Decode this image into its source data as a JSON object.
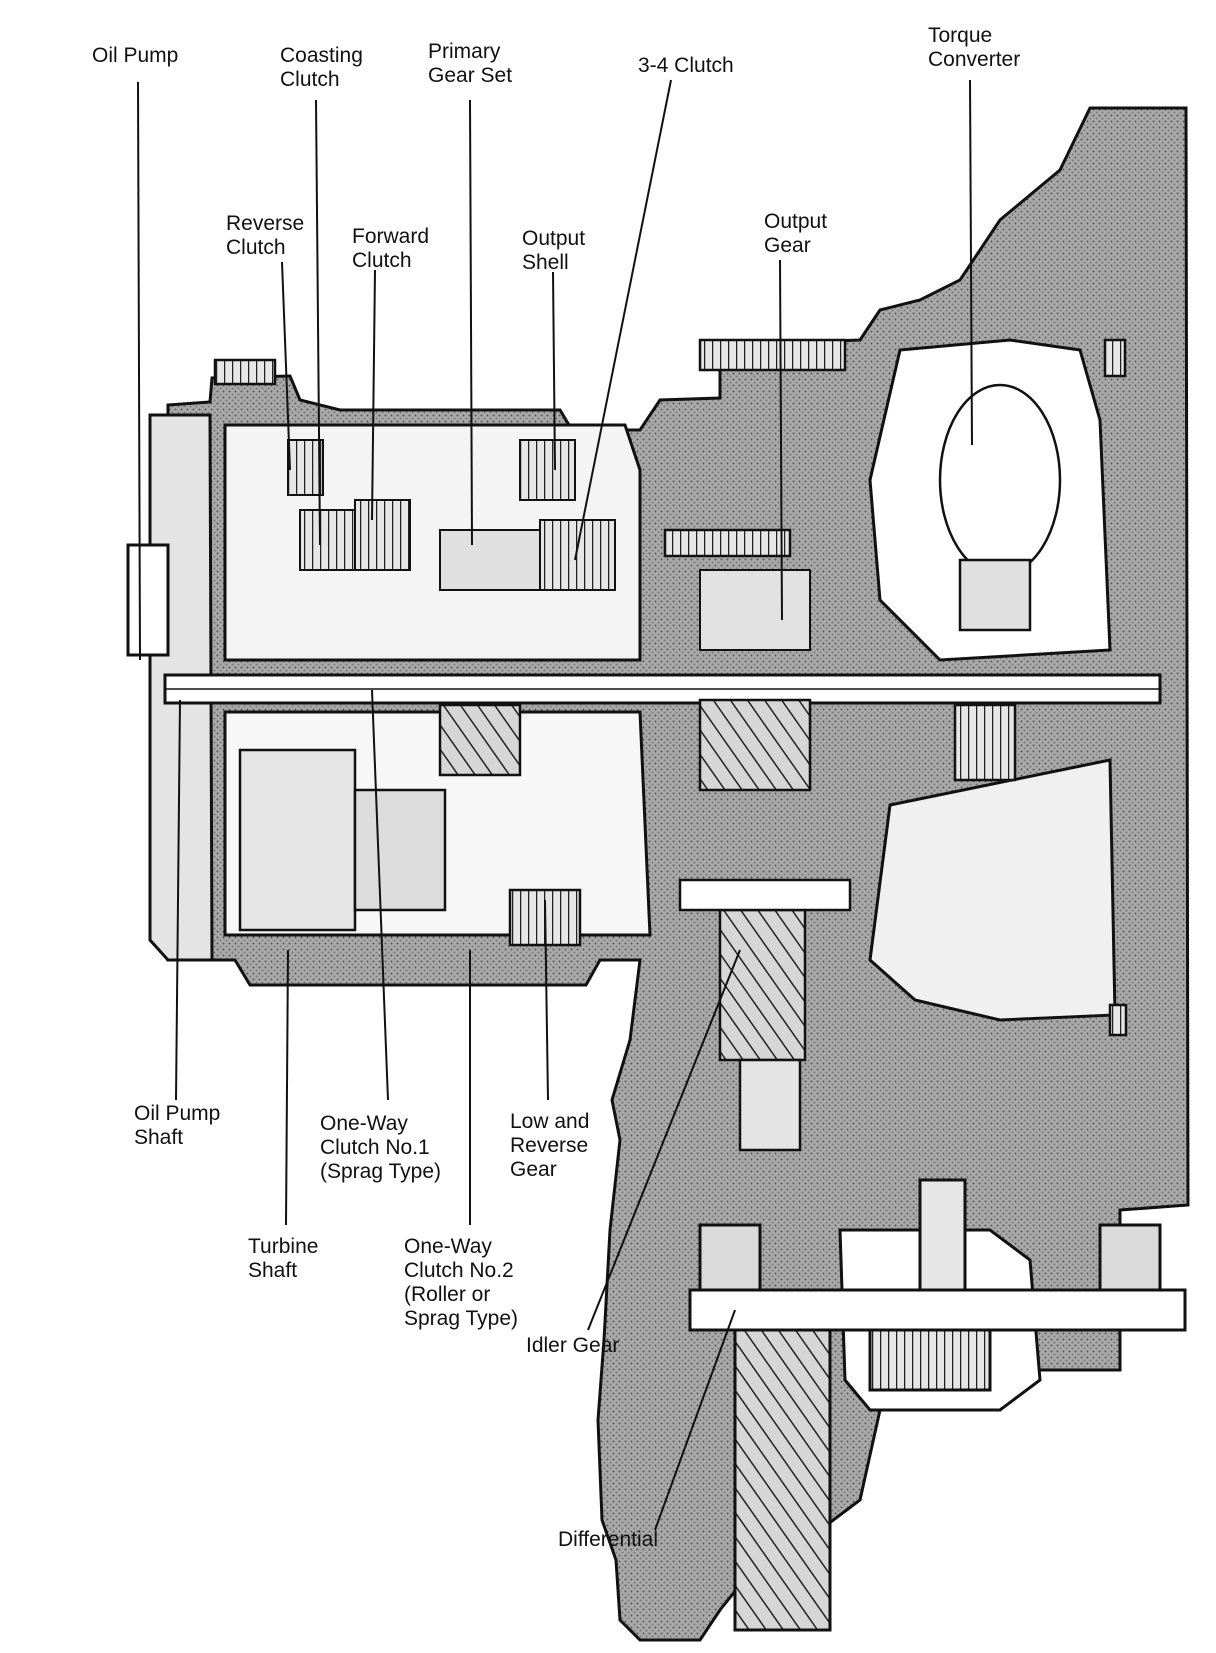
{
  "colors": {
    "ink": "#111111",
    "casting_fill": "#9a9a9a",
    "paper": "#ffffff",
    "light_part": "#e2e2e2"
  },
  "labels": {
    "oil_pump": [
      "Oil Pump"
    ],
    "coasting_clutch": [
      "Coasting",
      "Clutch"
    ],
    "primary_gear_set": [
      "Primary",
      "Gear Set"
    ],
    "clutch_3_4": [
      "3-4 Clutch"
    ],
    "torque_converter": [
      "Torque",
      "Converter"
    ],
    "reverse_clutch": [
      "Reverse",
      "Clutch"
    ],
    "forward_clutch": [
      "Forward",
      "Clutch"
    ],
    "output_shell": [
      "Output",
      "Shell"
    ],
    "output_gear": [
      "Output",
      "Gear"
    ],
    "oil_pump_shaft": [
      "Oil Pump",
      "Shaft"
    ],
    "one_way_clutch_1": [
      "One-Way",
      "Clutch No.1",
      "(Sprag Type)"
    ],
    "low_reverse_gear": [
      "Low and",
      "Reverse",
      "Gear"
    ],
    "turbine_shaft": [
      "Turbine",
      "Shaft"
    ],
    "one_way_clutch_2": [
      "One-Way",
      "Clutch No.2",
      "(Roller or",
      "Sprag Type)"
    ],
    "idler_gear": [
      "Idler Gear"
    ],
    "differential": [
      "Differential"
    ]
  }
}
